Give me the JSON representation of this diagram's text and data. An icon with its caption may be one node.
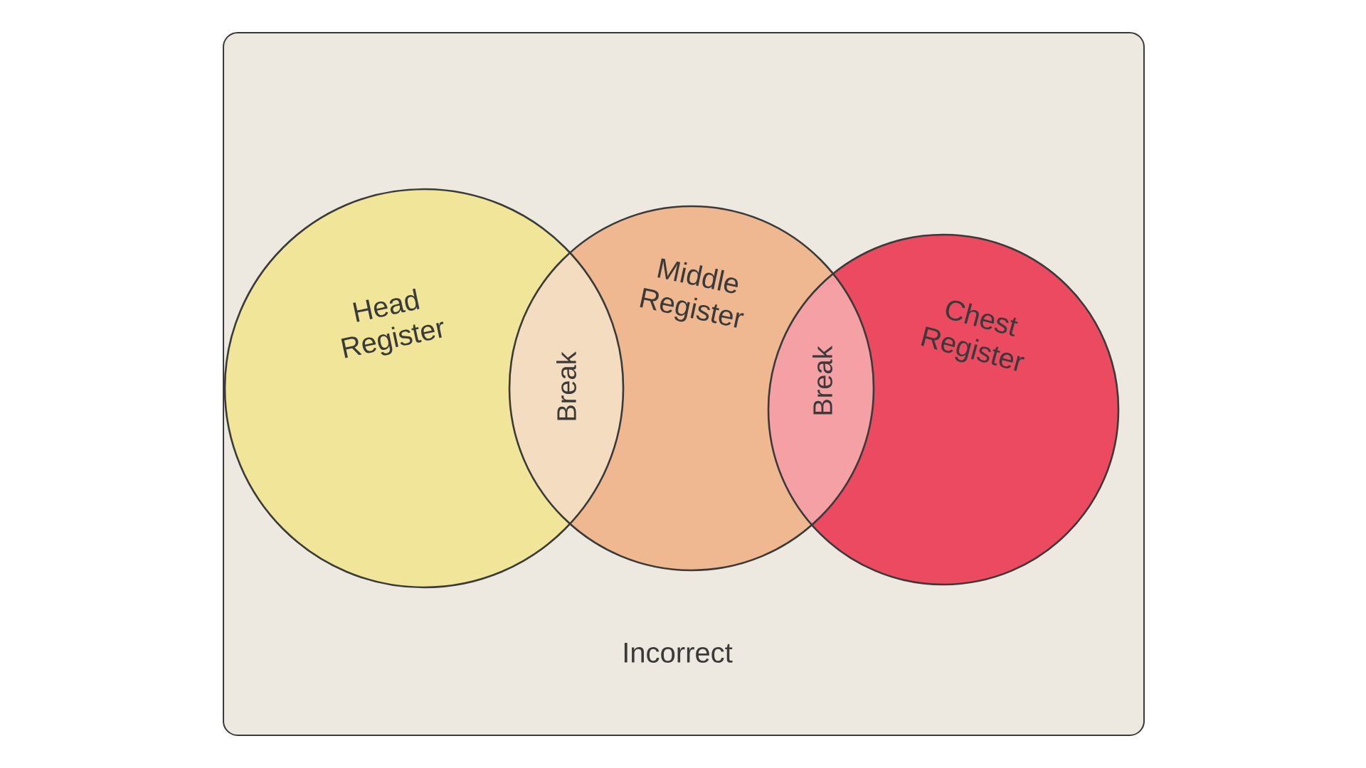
{
  "diagram": {
    "caption": "Incorrect",
    "nodes": [
      {
        "text": [
          "Head Register"
        ]
      },
      {
        "text": [
          "Middle Register"
        ]
      },
      {
        "text": [
          "Chest Register"
        ]
      },
      {
        "text": [
          "Break"
        ]
      },
      {
        "text": [
          "Break"
        ]
      }
    ]
  }
}
